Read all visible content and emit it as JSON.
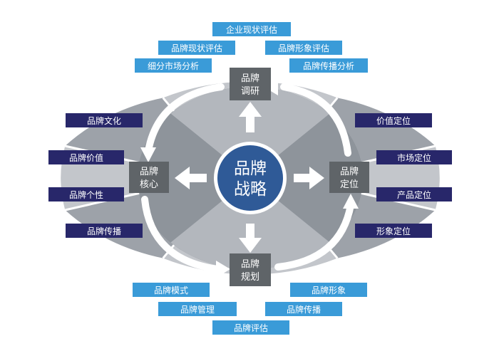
{
  "center": {
    "line1": "品牌",
    "line2": "战略"
  },
  "nodes": {
    "top": {
      "line1": "品牌",
      "line2": "调研"
    },
    "left": {
      "line1": "品牌",
      "line2": "核心"
    },
    "right": {
      "line1": "品牌",
      "line2": "定位"
    },
    "bottom": {
      "line1": "品牌",
      "line2": "规划"
    }
  },
  "tags": {
    "top": [
      "企业现状评估",
      "品牌现状评估",
      "品牌形象评估",
      "细分市场分析",
      "品牌传播分析"
    ],
    "left": [
      "品牌文化",
      "品牌价值",
      "品牌个性",
      "品牌传播"
    ],
    "right": [
      "价值定位",
      "市场定位",
      "产品定位",
      "形象定位"
    ],
    "bottom": [
      "品牌模式",
      "品牌形象",
      "品牌管理",
      "品牌传播",
      "品牌评估"
    ]
  },
  "colors": {
    "center_circle": "#2f5a97",
    "node_box": "#5f6468",
    "light_tag": "#3a9bd8",
    "dark_tag": "#28276a",
    "sector_light": "#c3c6cb",
    "sector_dark": "#9da2a9"
  }
}
